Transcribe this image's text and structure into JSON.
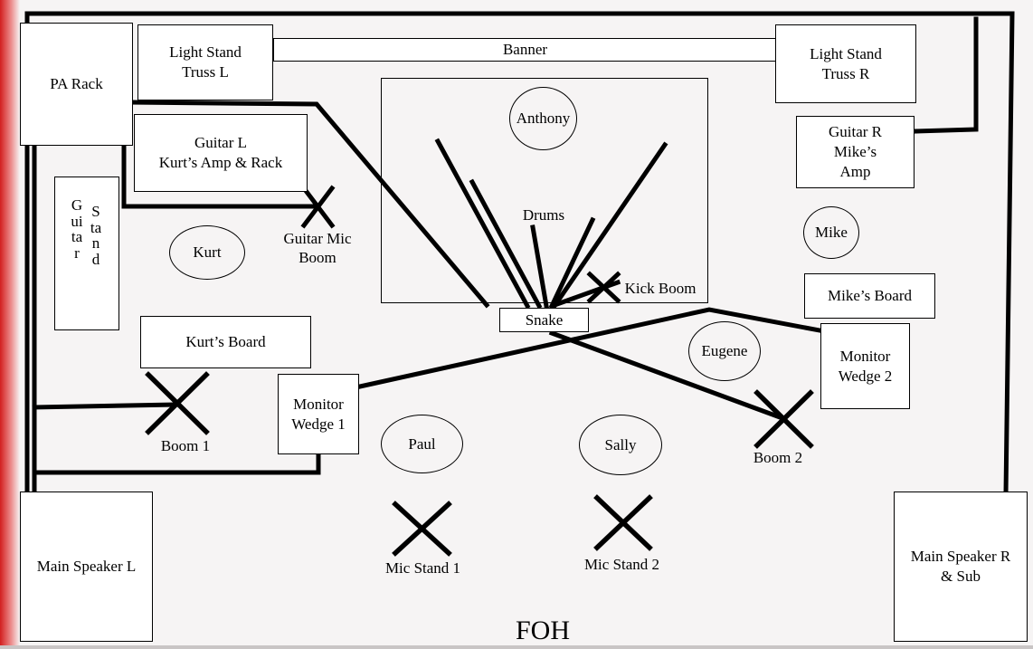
{
  "colors": {
    "line": "#000000",
    "left_edge_accent": "#d21f1f",
    "page": "#f6f4f4"
  },
  "labels": {
    "pa_rack": "PA Rack",
    "light_stand_l": "Light Stand\nTruss L",
    "banner": "Banner",
    "light_stand_r": "Light Stand\nTruss R",
    "guitar_l": "Guitar L\nKurt’s Amp & Rack",
    "guitar_r": "Guitar R\nMike’s\nAmp",
    "guitar_stand_col1": "Guitar",
    "guitar_stand_col2": "Stand",
    "anthony": "Anthony",
    "drums": "Drums",
    "kick_boom": "Kick Boom",
    "guitar_mic_boom": "Guitar Mic\nBoom",
    "kurt": "Kurt",
    "mike": "Mike",
    "mikes_board": "Mike’s Board",
    "snake": "Snake",
    "kurts_board": "Kurt’s Board",
    "eugene": "Eugene",
    "monitor_wedge_2": "Monitor\nWedge 2",
    "monitor_wedge_1": "Monitor\nWedge 1",
    "boom_1": "Boom 1",
    "boom_2": "Boom 2",
    "paul": "Paul",
    "sally": "Sally",
    "mic_stand_1": "Mic Stand 1",
    "mic_stand_2": "Mic Stand 2",
    "main_speaker_l": "Main Speaker L",
    "main_speaker_r": "Main Speaker R\n& Sub",
    "foh": "FOH"
  }
}
